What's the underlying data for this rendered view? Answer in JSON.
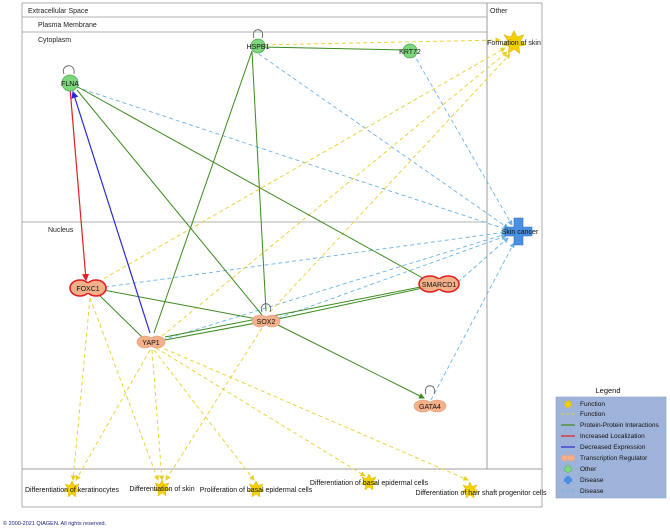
{
  "regions": {
    "extracellular": "Extracellular Space",
    "plasma_membrane": "Plasma Membrane",
    "cytoplasm": "Cytoplasm",
    "nucleus": "Nucleus",
    "other": "Other"
  },
  "nodes": {
    "hspb1": "HSPB1",
    "krt72": "KRT72",
    "flna": "FLNA",
    "foxc1": "FOXC1",
    "yap1": "YAP1",
    "sox2": "SOX2",
    "smarcd1": "SMARCD1",
    "gata4": "GATA4",
    "formation_of_skin": "Formation of skin",
    "skin_cancer": "Skin cancer",
    "diff_keratinocytes": "Differentiation of keratinocytes",
    "diff_skin": "Differentiation of skin",
    "prolif_basal": "Proliferation of basal epidermal cells",
    "diff_basal": "Differentiation of basal epidermal cells",
    "diff_hair": "Differentiation of hair shaft progenitor cells"
  },
  "legend": {
    "title": "Legend",
    "items": [
      {
        "label": "Function",
        "kind": "function-shape"
      },
      {
        "label": "Function",
        "kind": "function-line"
      },
      {
        "label": "Protein-Protein Interactions",
        "kind": "ppi-line"
      },
      {
        "label": "Increased Localization",
        "kind": "loc-line"
      },
      {
        "label": "Decreased Expression",
        "kind": "dec-line"
      },
      {
        "label": "Transcription Regulator",
        "kind": "tr-shape"
      },
      {
        "label": "Other",
        "kind": "other-shape"
      },
      {
        "label": "Disease",
        "kind": "disease-shape"
      },
      {
        "label": "Disease",
        "kind": "disease-line"
      }
    ]
  },
  "colors": {
    "function": "#f5d000",
    "function_line": "#e8cf2a",
    "ppi": "#3a8a1e",
    "increased_localization": "#e02020",
    "decreased_expression": "#2a2ad0",
    "disease": "#4a90e2",
    "disease_line": "#6ab3e6",
    "transcription_regulator": "#f4b08a",
    "other_node": "#7ed67e",
    "legend_bg": "#9eb3d9"
  },
  "copyright": "© 2000-2021 QIAGEN. All rights reserved."
}
